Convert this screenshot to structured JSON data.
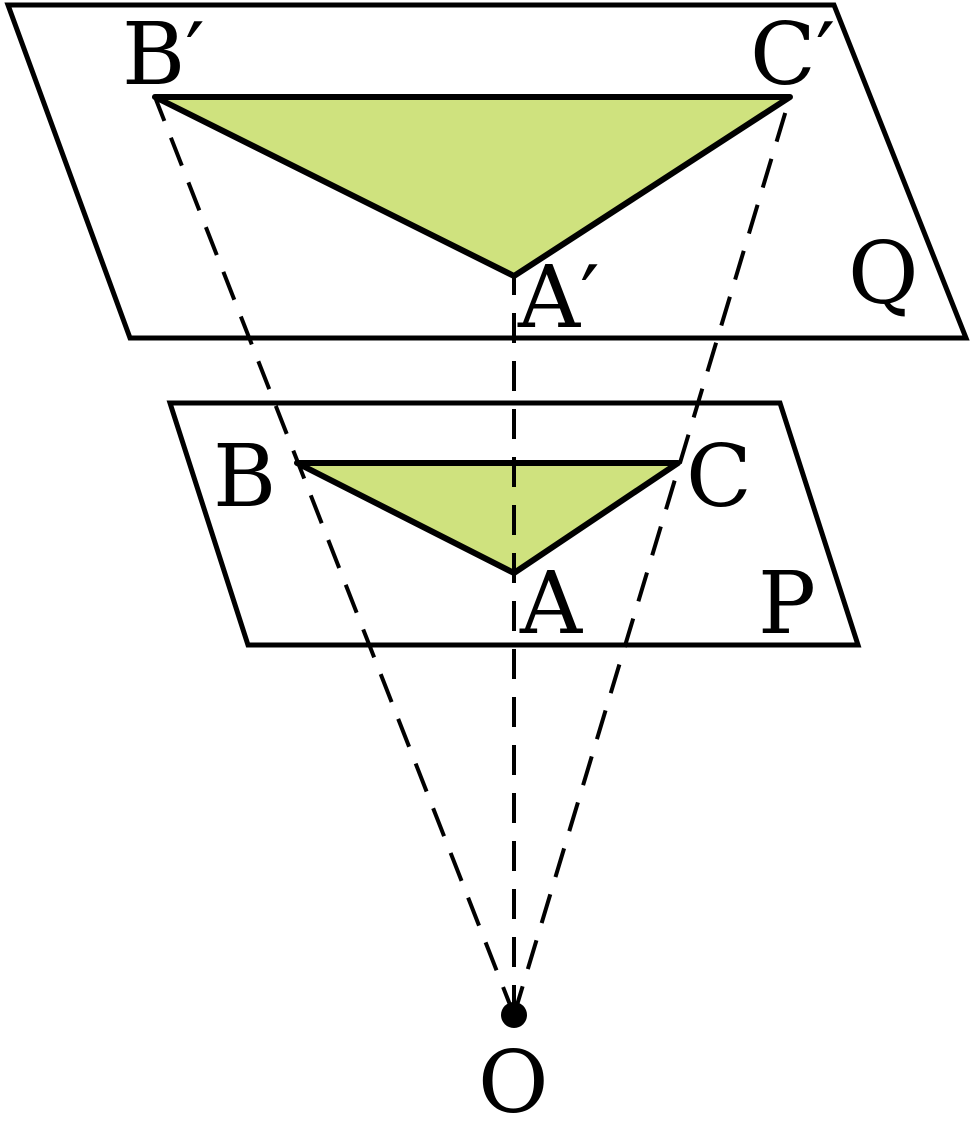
{
  "colors": {
    "triangle_fill": "#cfe27e",
    "stroke": "#000000",
    "background": "#ffffff"
  },
  "labels": {
    "b_prime": "B′",
    "c_prime": "C′",
    "a_prime": "A′",
    "plane_q": "Q",
    "b": "B",
    "c": "C",
    "a": "A",
    "plane_p": "P",
    "o": "O"
  }
}
